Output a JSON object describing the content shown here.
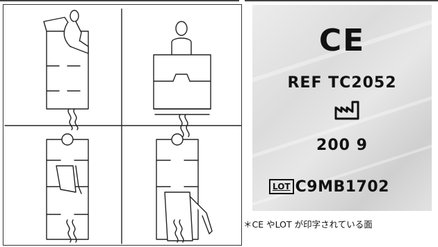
{
  "label": {
    "ce_mark": "CE",
    "ref": "REF TC2052",
    "manufacture_icon": "factory-icon",
    "manufacture_date": "200 9",
    "lot_symbol": "LOT",
    "lot_value": "C9MB1702"
  },
  "caption": "＊CE やLOT が印字されている面",
  "diagram": {
    "panels": [
      "step-1",
      "step-2",
      "step-3",
      "step-4"
    ]
  }
}
